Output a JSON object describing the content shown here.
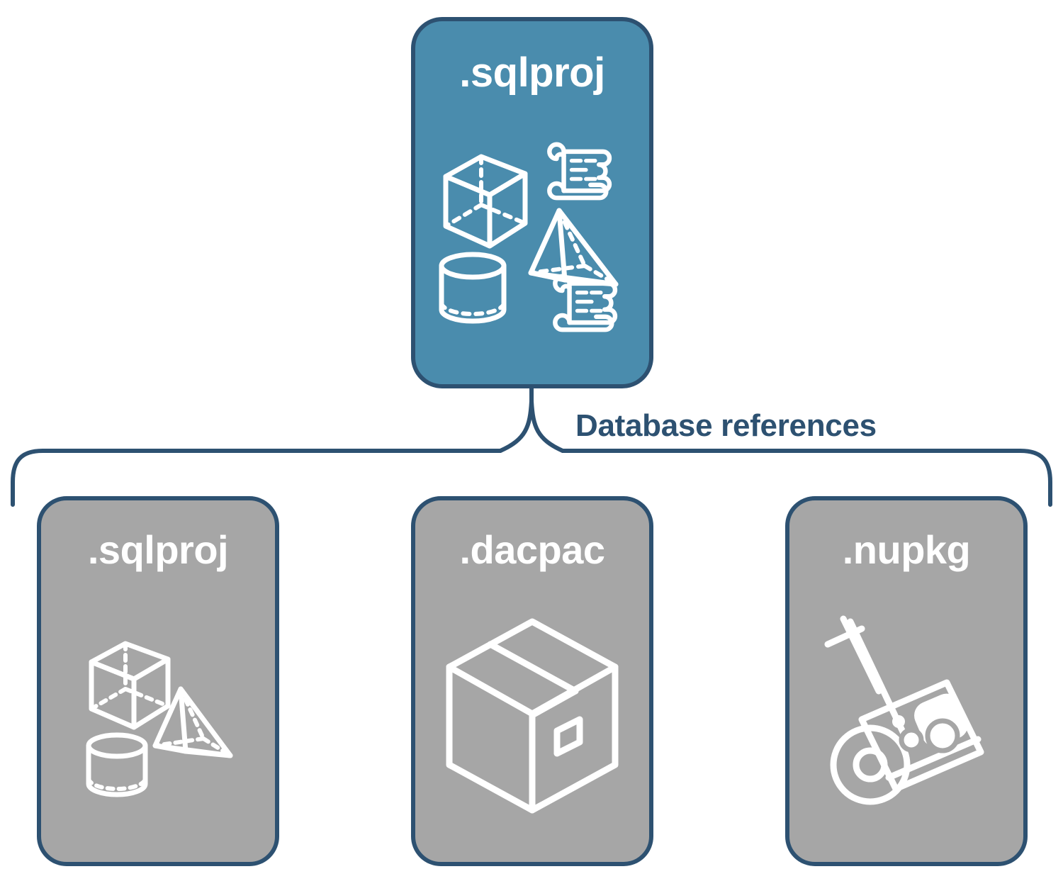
{
  "diagram": {
    "title": "SQL project database references",
    "type": "hierarchy",
    "colors": {
      "accent_fill": "#4a8cad",
      "outline": "#2d5171",
      "neutral_fill": "#a6a6a6",
      "icon_stroke": "#ffffff",
      "label_text": "#2d5171",
      "background": "#ffffff"
    }
  },
  "root": {
    "label": ".sqlproj",
    "icons": [
      "cube-wireframe-icon",
      "pyramid-wireframe-icon",
      "cylinder-wireframe-icon",
      "scroll-document-icon",
      "scroll-document-icon"
    ]
  },
  "connector": {
    "label": "Database references",
    "style": "curly-brace",
    "branch_count": 3
  },
  "children": [
    {
      "label": ".sqlproj",
      "icons": [
        "cube-wireframe-icon",
        "pyramid-wireframe-icon",
        "cylinder-wireframe-icon"
      ]
    },
    {
      "label": ".dacpac",
      "icons": [
        "shipping-box-icon"
      ]
    },
    {
      "label": ".nupkg",
      "icons": [
        "hand-truck-package-icon"
      ]
    }
  ]
}
